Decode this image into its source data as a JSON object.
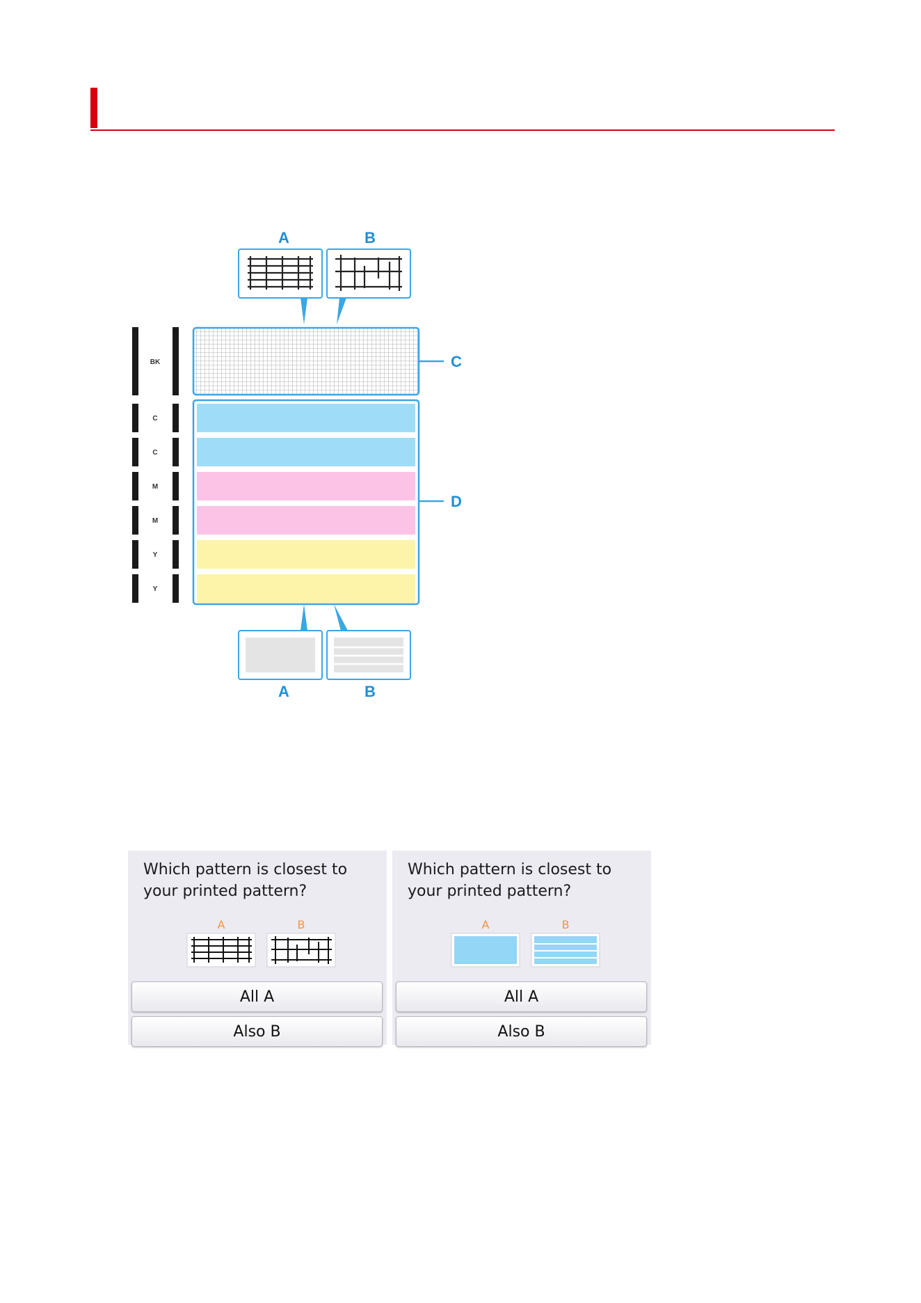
{
  "header": {
    "title": ""
  },
  "diagram": {
    "pattern_labels": {
      "a": "A",
      "b": "B"
    },
    "callout_labels": {
      "c": "C",
      "d": "D"
    },
    "ink_labels": [
      "BK",
      "C",
      "C",
      "M",
      "M",
      "Y",
      "Y"
    ],
    "colors": {
      "accent_blue": "#3aa6e6",
      "label_blue": "#1f8fd6",
      "cyan_band": "#9fdcf8",
      "magenta_band": "#fcc3e6",
      "yellow_band": "#fdf3a9",
      "grid_line": "#9a9a9a"
    }
  },
  "screens": [
    {
      "question": "Which pattern is closest to your printed pattern?",
      "label_a": "A",
      "label_b": "B",
      "pattern_type": "nozzle-grid",
      "button_all_a": "All A",
      "button_also_b": "Also B"
    },
    {
      "question": "Which pattern is closest to your printed pattern?",
      "label_a": "A",
      "label_b": "B",
      "pattern_type": "color-band",
      "button_all_a": "All A",
      "button_also_b": "Also B"
    }
  ],
  "screen_colors": {
    "label_orange": "#f5943c",
    "band_blue": "#93d6f6"
  }
}
